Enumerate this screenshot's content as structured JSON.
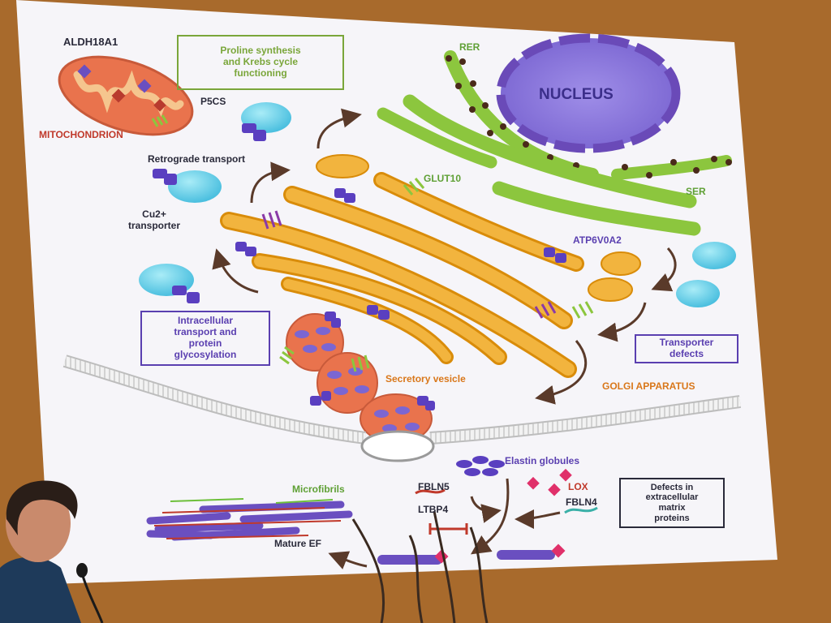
{
  "diagram": {
    "organelles": {
      "nucleus": "NUCLEUS",
      "mitochondrion": "MITOCHONDRION",
      "rer": "RER",
      "ser": "SER",
      "golgi": "GOLGI APPARATUS",
      "secretory_vesicle": "Secretory vesicle"
    },
    "proteins": {
      "aldh18a1": "ALDH18A1",
      "p5cs": "P5CS",
      "glut10": "GLUT10",
      "atp6v0a2": "ATP6V0A2",
      "cu2_transporter_line1": "Cu2+",
      "cu2_transporter_line2": "transporter",
      "fbln5": "FBLN5",
      "ltbp4": "LTBP4",
      "lox": "LOX",
      "fbln4": "FBLN4"
    },
    "processes": {
      "retrograde_transport": "Retrograde transport",
      "elastin_globules": "Elastin globules",
      "microfibrils": "Microfibrils",
      "mature_ef": "Mature EF"
    },
    "boxes": {
      "proline": [
        "Proline synthesis",
        "and Krebs cycle",
        "functioning"
      ],
      "intracellular": [
        "Intracellular",
        "transport and",
        "protein",
        "glycosylation"
      ],
      "transporter_defects": [
        "Transporter",
        "defects"
      ],
      "ecm_defects": [
        "Defects in",
        "extracellular",
        "matrix",
        "proteins"
      ]
    },
    "colors": {
      "green_box": "#7aa63a",
      "purple_box": "#5a3fb0",
      "orange_label": "#d9771a",
      "green_label": "#5fa035",
      "red_label": "#c0392b",
      "dark_label": "#2a2a3a",
      "nucleus_label": "#3b2e8a"
    }
  }
}
